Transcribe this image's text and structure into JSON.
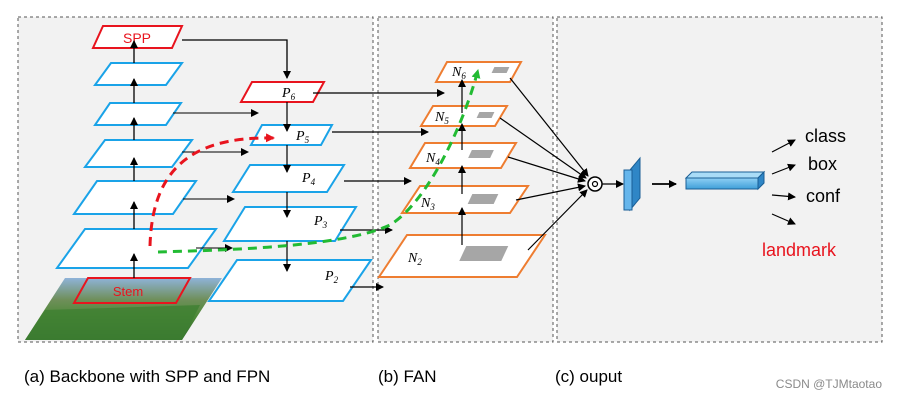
{
  "captions": {
    "backbone": "(a) Backbone with SPP and FPN",
    "fan": "(b) FAN",
    "output": "(c) ouput"
  },
  "backbone": {
    "spp": "SPP",
    "stem": "Stem",
    "fpn": {
      "p6": "P",
      "p6_sub": "6",
      "p5": "P",
      "p5_sub": "5",
      "p4": "P",
      "p4_sub": "4",
      "p3": "P",
      "p3_sub": "3",
      "p2": "P",
      "p2_sub": "2"
    }
  },
  "fan": {
    "n6": "N",
    "n6_sub": "6",
    "n5": "N",
    "n5_sub": "5",
    "n4": "N",
    "n4_sub": "4",
    "n3": "N",
    "n3_sub": "3",
    "n2": "N",
    "n2_sub": "2"
  },
  "outputs": {
    "class": "class",
    "box": "box",
    "conf": "conf",
    "landmark": "landmark"
  },
  "watermark": "CSDN @TJMtaotao",
  "colors": {
    "blue": "#1aa3e8",
    "red": "#e8141e",
    "orange": "#ee7d31",
    "green": "#22bb33",
    "panel_bg": "#f2f2f2"
  }
}
